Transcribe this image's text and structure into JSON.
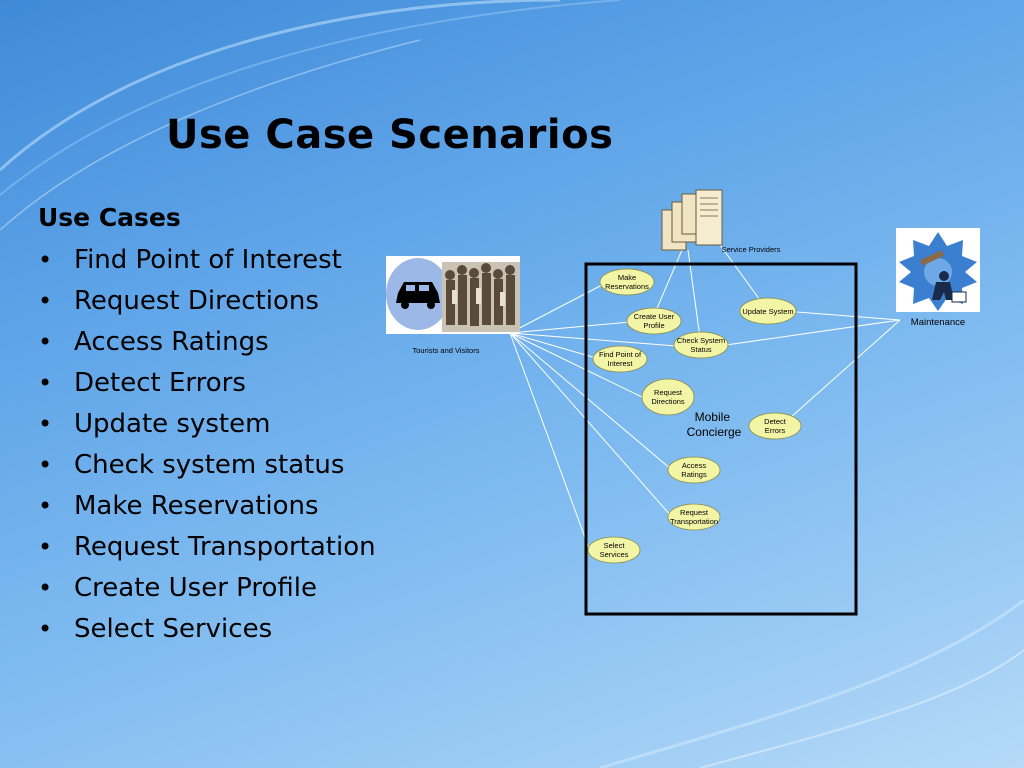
{
  "slide": {
    "title": "Use Case Scenarios",
    "list_heading": "Use Cases",
    "use_cases": [
      "Find Point of Interest",
      "Request Directions",
      "Access Ratings",
      "Detect Errors",
      "Update system",
      "Check system status",
      "Make Reservations",
      "Request Transportation",
      "Create User Profile",
      "Select Services"
    ]
  },
  "diagram": {
    "system_name": "Mobile Concierge",
    "actors": {
      "tourists": "Tourists and Visitors",
      "service_providers": "Service Providers",
      "maintenance": "Maintenance"
    },
    "use_cases": {
      "make_reservations": [
        "Make",
        "Reservations"
      ],
      "create_user_profile": [
        "Create User",
        "Profile"
      ],
      "update_system": [
        "Update System"
      ],
      "check_system_status": [
        "Check System",
        "Status"
      ],
      "find_point_of_interest": [
        "Find Point of",
        "Interest"
      ],
      "request_directions": [
        "Request",
        "Directions"
      ],
      "detect_errors": [
        "Detect",
        "Errors"
      ],
      "access_ratings": [
        "Access",
        "Ratings"
      ],
      "request_transportation": [
        "Request",
        "Transportation"
      ],
      "select_services": [
        "Select",
        "Services"
      ]
    },
    "colors": {
      "ellipse_fill": "#f3f5a6",
      "ellipse_stroke": "#8a8a40",
      "line": "#ffffff"
    }
  }
}
